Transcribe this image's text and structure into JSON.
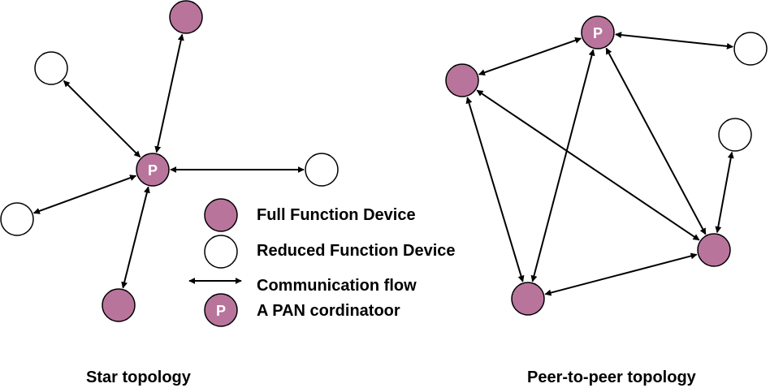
{
  "colors": {
    "full_function_fill": "#b9749c",
    "reduced_function_fill": "#ffffff",
    "stroke": "#000000",
    "coordinator_letter": "#ffffff"
  },
  "coordinator_letter": "P",
  "legend": {
    "full_function": "Full Function Device",
    "reduced_function": "Reduced Function Device",
    "communication": "Communication flow",
    "coordinator": "A PAN cordinatoor"
  },
  "captions": {
    "star": "Star topology",
    "peer": "Peer-to-peer topology"
  },
  "star": {
    "nodes": [
      {
        "id": "coord",
        "kind": "coordinator"
      },
      {
        "id": "top",
        "kind": "full"
      },
      {
        "id": "upper-left",
        "kind": "reduced"
      },
      {
        "id": "right",
        "kind": "reduced"
      },
      {
        "id": "left",
        "kind": "reduced"
      },
      {
        "id": "bottom",
        "kind": "full"
      }
    ],
    "links": [
      [
        "coord",
        "top"
      ],
      [
        "coord",
        "upper-left"
      ],
      [
        "coord",
        "right"
      ],
      [
        "coord",
        "left"
      ],
      [
        "coord",
        "bottom"
      ]
    ]
  },
  "peer": {
    "nodes": [
      {
        "id": "coord",
        "kind": "coordinator"
      },
      {
        "id": "reduced-top-right",
        "kind": "reduced"
      },
      {
        "id": "left-top",
        "kind": "full"
      },
      {
        "id": "reduced-right",
        "kind": "reduced"
      },
      {
        "id": "right-bottom",
        "kind": "full"
      },
      {
        "id": "bottom-left",
        "kind": "full"
      }
    ],
    "links": [
      [
        "coord",
        "reduced-top-right"
      ],
      [
        "coord",
        "left-top"
      ],
      [
        "coord",
        "bottom-left"
      ],
      [
        "coord",
        "right-bottom"
      ],
      [
        "left-top",
        "right-bottom"
      ],
      [
        "left-top",
        "bottom-left"
      ],
      [
        "bottom-left",
        "right-bottom"
      ],
      [
        "right-bottom",
        "reduced-right"
      ]
    ]
  }
}
